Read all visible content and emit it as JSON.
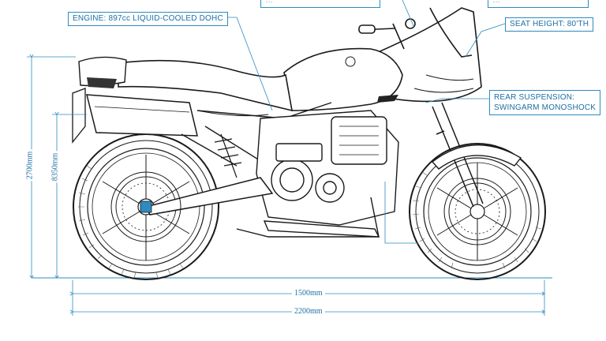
{
  "callouts": {
    "engine": "ENGINE: 897cc LIQUID-COOLED DOHC",
    "seat_height": "SEAT HEIGHT: 80'TH",
    "rear_suspension_line1": "REAR SUSPENSION:",
    "rear_suspension_line2": "SWINGARM MONOSHOCK",
    "top_left_partial": "…",
    "top_right_partial": "…"
  },
  "dimensions": {
    "width_inner": "1500mm",
    "width_outer": "2200mm",
    "height_left": "2700mm",
    "height_right": "8350mm"
  },
  "colors": {
    "line": "#1a1a1a",
    "annotation": "#2e8bc0",
    "annotation_text": "#1d6fa3",
    "background": "#ffffff"
  }
}
